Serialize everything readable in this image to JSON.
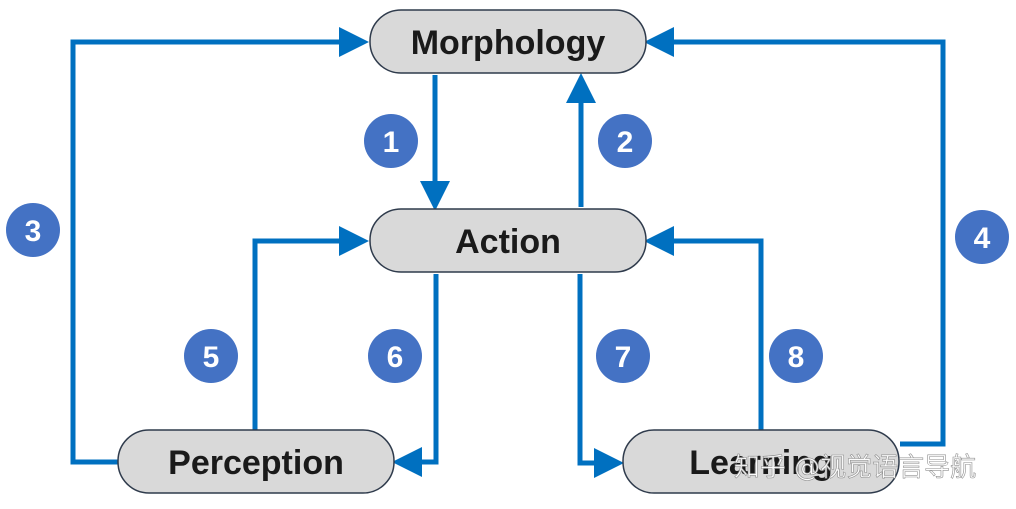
{
  "nodes": {
    "morphology": "Morphology",
    "action": "Action",
    "perception": "Perception",
    "learning": "Learning"
  },
  "edge_labels": [
    "1",
    "2",
    "3",
    "4",
    "5",
    "6",
    "7",
    "8"
  ],
  "watermark": "知乎 @视觉语言导航",
  "colors": {
    "arrow": "#0070C0",
    "node_fill": "#D9D9D9",
    "node_border": "#2F3B4C",
    "badge_fill": "#4472C4",
    "badge_text": "#FFFFFF"
  }
}
